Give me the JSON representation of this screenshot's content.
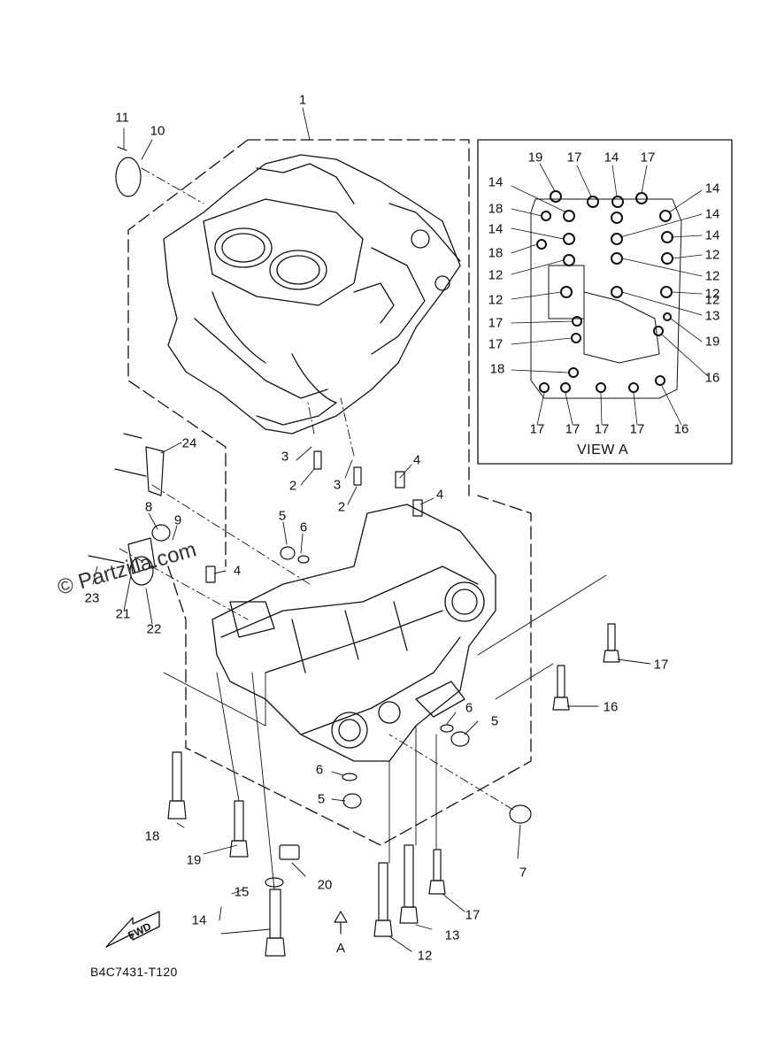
{
  "diagram": {
    "code": "B4C7431-T120",
    "view_label": "VIEW A",
    "arrow_a_label": "A",
    "fwd_label": "FWD",
    "watermark": "© Partzilla.com"
  },
  "callouts": [
    "1",
    "10",
    "11",
    "24",
    "3",
    "2",
    "3",
    "2",
    "4",
    "4",
    "5",
    "6",
    "8",
    "9",
    "4",
    "23",
    "21",
    "22",
    "17",
    "16",
    "6",
    "5",
    "6",
    "5",
    "7",
    "18",
    "19",
    "20",
    "15",
    "14",
    "17",
    "13",
    "12"
  ],
  "view_a_callouts": [
    "19",
    "17",
    "14",
    "17",
    "14",
    "14",
    "18",
    "14",
    "14",
    "18",
    "14",
    "12",
    "12",
    "12",
    "12",
    "12",
    "12",
    "13",
    "17",
    "19",
    "17",
    "16",
    "18",
    "17",
    "17",
    "17",
    "17",
    "16"
  ]
}
